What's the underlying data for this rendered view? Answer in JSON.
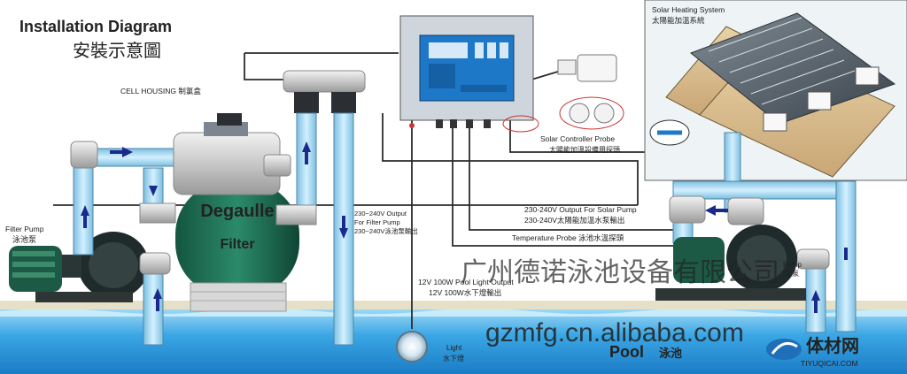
{
  "title": "Installation Diagram",
  "title_cn": "安裝示意圖",
  "cell_housing_label": "CELL HOUSING 制氯盒",
  "filter_pump_label": "Filter Pump",
  "filter_pump_label_cn": "泳池泵",
  "filter_brand": "Degaulle",
  "filter_word": "Filter",
  "output_filter_pump": [
    "230~240V Output",
    "For Filter Pump",
    "230~240V泳池泵輸出"
  ],
  "light_output": [
    "12V 100W Pool Light Output",
    "12V 100W水下燈輸出"
  ],
  "light_label": "Light",
  "light_label_cn": "水下燈",
  "solar_system_label": "Solar Heating System",
  "solar_system_label_cn": "太陽能加溫系統",
  "solar_probe": [
    "Solar Controller Probe",
    "太陽能加溫設備用探頭"
  ],
  "solar_pump_output": [
    "230-240V Output For Solar Pump",
    "230-240V太陽能加溫水泵輸出"
  ],
  "temperature_probe": "Temperature Probe 泳池水溫探頭",
  "pump_label": "Pump",
  "pump_label_cn": "水泵",
  "pool_label": "Pool",
  "pool_label_cn": "泳池",
  "watermark_cn": "广州德诺泳池设备有限公司",
  "watermark_url": "gzmfg.cn.alibaba.com",
  "logo_text": "体材网",
  "logo_url": "TIYUQICAI.COM",
  "colors": {
    "pipe": "#a9d8ef",
    "pipe_edge": "#4e86a8",
    "filter_green": "#1e6a52",
    "panel": "#d8dde3",
    "controller_screen": "#1e78c8",
    "pool_water": "#2a9fe0",
    "arrow": "#1a2a8a"
  }
}
